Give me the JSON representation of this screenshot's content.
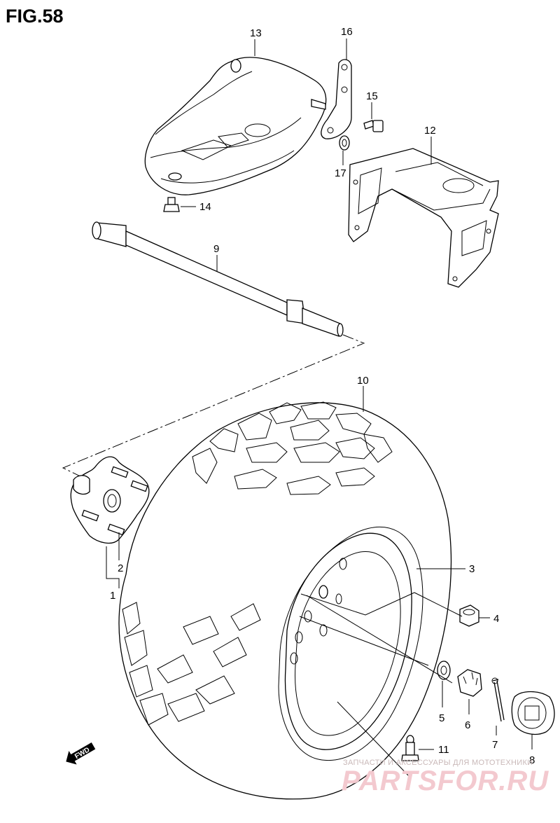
{
  "figure": {
    "title": "FIG.58"
  },
  "callouts": [
    {
      "id": "13",
      "label": "13"
    },
    {
      "id": "16",
      "label": "16"
    },
    {
      "id": "15",
      "label": "15"
    },
    {
      "id": "12",
      "label": "12"
    },
    {
      "id": "17",
      "label": "17"
    },
    {
      "id": "14",
      "label": "14"
    },
    {
      "id": "9",
      "label": "9"
    },
    {
      "id": "10",
      "label": "10"
    },
    {
      "id": "2",
      "label": "2"
    },
    {
      "id": "1",
      "label": "1"
    },
    {
      "id": "3",
      "label": "3"
    },
    {
      "id": "4",
      "label": "4"
    },
    {
      "id": "5",
      "label": "5"
    },
    {
      "id": "6",
      "label": "6"
    },
    {
      "id": "7",
      "label": "7"
    },
    {
      "id": "8",
      "label": "8"
    },
    {
      "id": "11",
      "label": "11"
    }
  ],
  "direction_badge": {
    "label": "FWD",
    "icon": "fwd-arrow-icon"
  },
  "watermark": {
    "tagline": "ЗАПЧАСТИ И АКСЕССУАРЫ ДЛЯ МОТОТЕХНИКИ",
    "logo": "PARTSFOR.RU",
    "color": "#f3c9cf"
  }
}
